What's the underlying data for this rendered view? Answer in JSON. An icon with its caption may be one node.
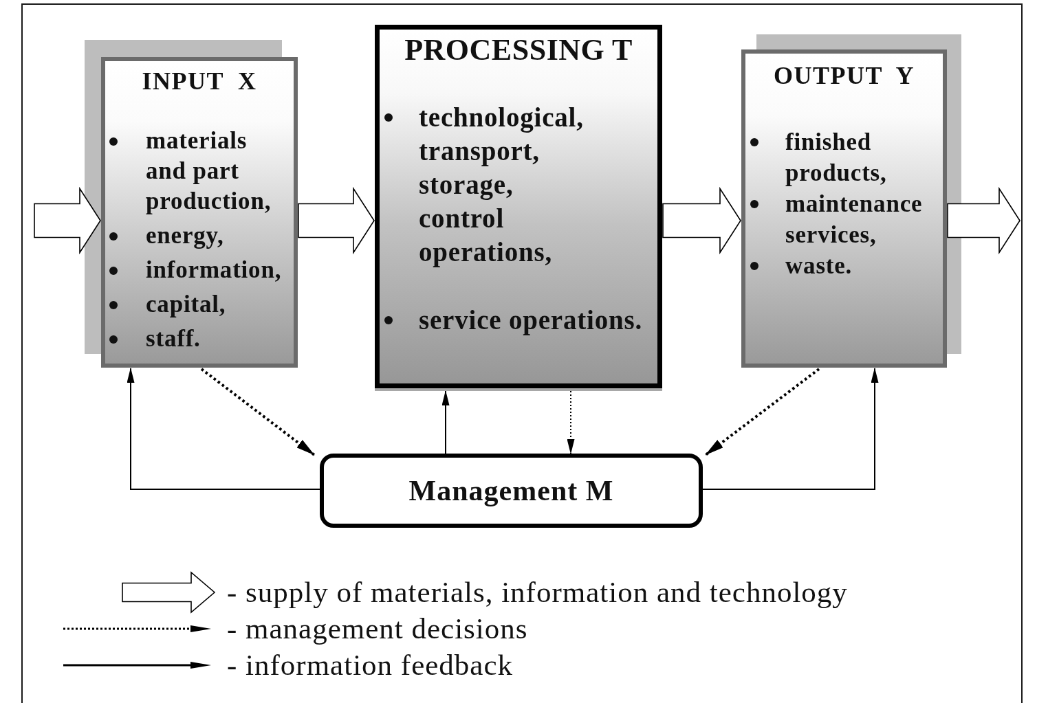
{
  "diagram": {
    "nodes": [
      {
        "text": [
          "INPUT X",
          "materials and part production,",
          "energy,",
          "information,",
          "capital,",
          "staff."
        ]
      },
      {
        "text": [
          "PROCESSING T",
          "technological, transport, storage, control operations,",
          "service operations."
        ]
      },
      {
        "text": [
          "OUTPUT Y",
          "finished products,",
          "maintenance services,",
          "waste."
        ]
      },
      {
        "text": [
          "Management M"
        ]
      }
    ],
    "edges": [
      {
        "from": null,
        "to": 0,
        "arrow": "to",
        "style": "thick"
      },
      {
        "from": 0,
        "to": 1,
        "arrow": "to",
        "style": "thick"
      },
      {
        "from": 1,
        "to": 2,
        "arrow": "to",
        "style": "thick"
      },
      {
        "from": 2,
        "to": null,
        "arrow": "to",
        "style": "thick"
      },
      {
        "from": 0,
        "to": 3,
        "arrow": "to",
        "style": "dashed"
      },
      {
        "from": 1,
        "to": 3,
        "arrow": "to",
        "style": "dashed"
      },
      {
        "from": 2,
        "to": 3,
        "arrow": "to",
        "style": "dashed"
      },
      {
        "from": 3,
        "to": 0,
        "arrow": "to"
      },
      {
        "from": 3,
        "to": 1,
        "arrow": "to"
      },
      {
        "from": 3,
        "to": 2,
        "arrow": "to"
      }
    ],
    "legend": [
      {
        "text": "- supply of materials, information and technology"
      },
      {
        "text": "- management decisions"
      },
      {
        "text": "- information feedback"
      }
    ]
  }
}
